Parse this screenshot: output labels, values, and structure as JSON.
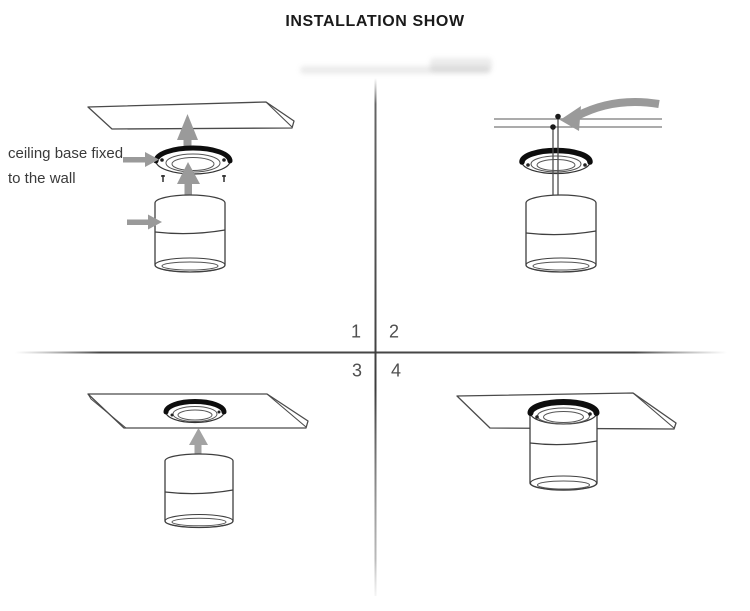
{
  "title": "INSTALLATION SHOW",
  "annotation": {
    "line1": "ceiling base fixed",
    "line2": "to the wall"
  },
  "quadrants": {
    "q1": "1",
    "q2": "2",
    "q3": "3",
    "q4": "4"
  },
  "colors": {
    "background": "#ffffff",
    "line_art": "#3f3f3f",
    "ring_rim_dark": "#0d0d0d",
    "arrow_gray": "#9a9a9a",
    "ceiling_line_gray": "#8f8f8f",
    "divider_line": "#3c3c3c",
    "title_text": "#1a1a1a",
    "annotation_text": "#3a3a3a",
    "number_text": "#4f4f4f"
  }
}
